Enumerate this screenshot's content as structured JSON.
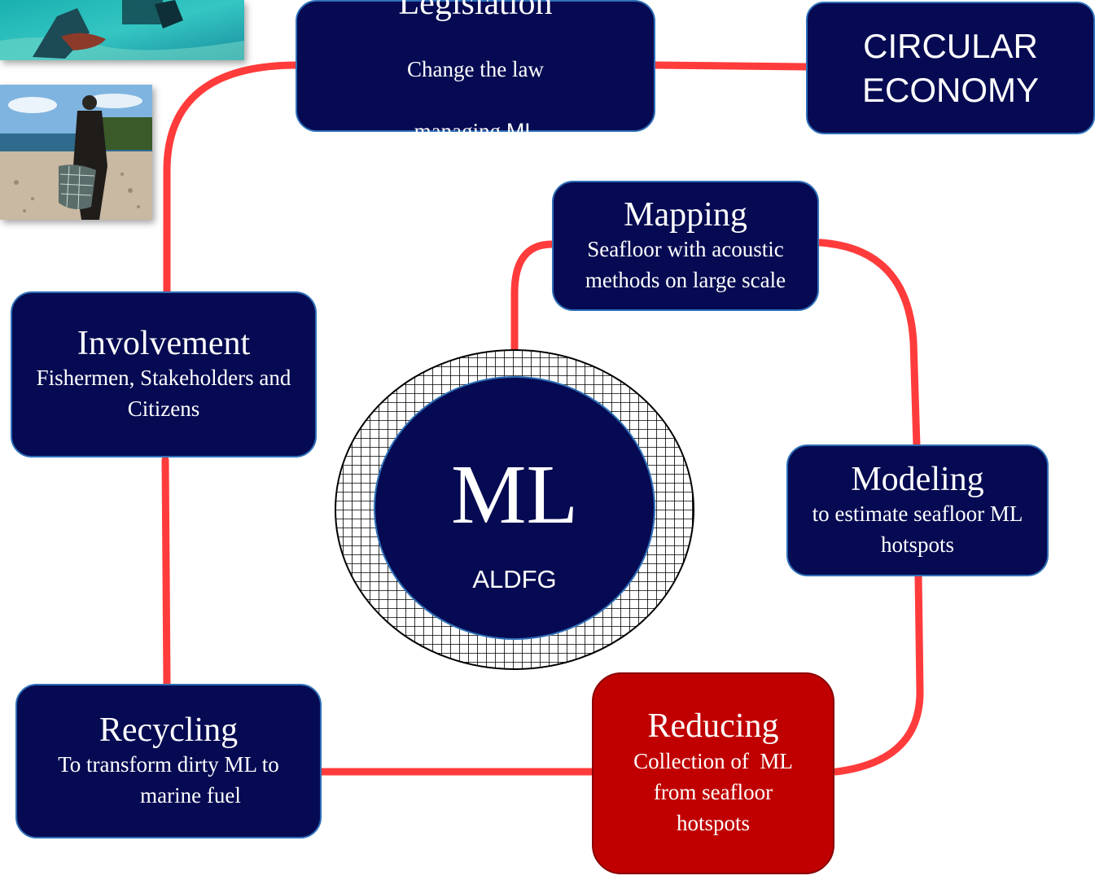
{
  "center": {
    "title": "ML",
    "subtitle": "ALDFG"
  },
  "boxes": {
    "legislation": {
      "title": "Legislation",
      "desc_line1": "Change the law",
      "desc_line2_serif": "managing ",
      "desc_line2_sans": "ML"
    },
    "circular": {
      "label": "CIRCULAR\nECONOMY"
    },
    "mapping": {
      "title": "Mapping",
      "desc": "Seafloor with acoustic\nmethods on large scale"
    },
    "involvement": {
      "title": "Involvement",
      "desc": "Fishermen, Stakeholders and\nCitizens"
    },
    "modeling": {
      "title": "Modeling",
      "desc": "to estimate seafloor ML\nhotspots"
    },
    "recycling": {
      "title": "Recycling",
      "desc": "To transform dirty ML to\n        marine fuel"
    },
    "reducing": {
      "title": "Reducing",
      "desc": "Collection of  ML\nfrom seafloor\nhotspots"
    }
  },
  "colors": {
    "box_fill": "#050a52",
    "box_border": "#2f6fb8",
    "highlight_fill": "#c00000",
    "connector": "#ff3b3b"
  }
}
